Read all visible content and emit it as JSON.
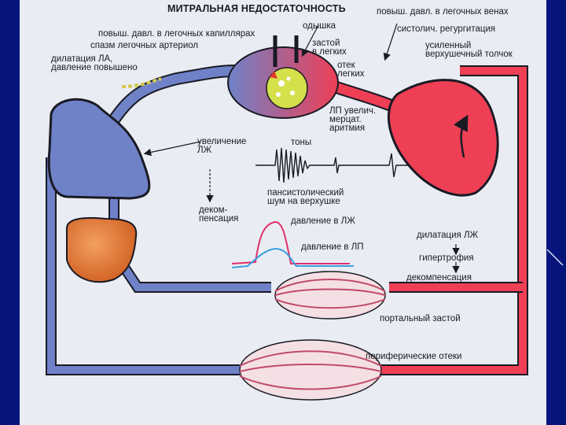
{
  "title": "МИТРАЛЬНАЯ НЕДОСТАТОЧНОСТЬ",
  "labels": {
    "pulm_vein_pressure": "повыш. давл. в легочных венах",
    "dyspnea": "одышка",
    "capillary_pressure": "повыш. давл. в легочных капиллярах",
    "arteriole_spasm": "спазм легочных артериол",
    "lung_congestion": "застой\nв легких",
    "systolic_regurg": "систолич. регургитация",
    "pa_dilation": "дилатация ЛА,\nдавление повышено",
    "lung_edema": "отек\nлегких",
    "apex_beat": "усиленный\nверхушечный толчок",
    "la_enlarged": "ЛП увелич.\nмерцат.\nаритмия",
    "rv_enlarge": "увеличение\nЛЖ",
    "tones": "тоны",
    "pansystolic": "пансистолический\nшум на верхушке",
    "decomp_right": "деком-\nпенсация",
    "lv_pressure": "давление в ЛЖ",
    "la_pressure": "давление в ЛП",
    "lv_dilation": "дилатация ЛЖ",
    "hypertrophy": "гипертрофия",
    "decomp_left": "декомпенсация",
    "portal": "портальный застой",
    "edema": "периферические отеки"
  },
  "colors": {
    "venous": "#6f82c8",
    "arterial": "#ee3f55",
    "liver": "#e0702c",
    "lung_fluid": "#d6e04a",
    "background": "#e9ecf3",
    "slide_border": "#0a1a8c"
  },
  "icons": [
    "arrow-icon",
    "corner-mark-icon"
  ]
}
